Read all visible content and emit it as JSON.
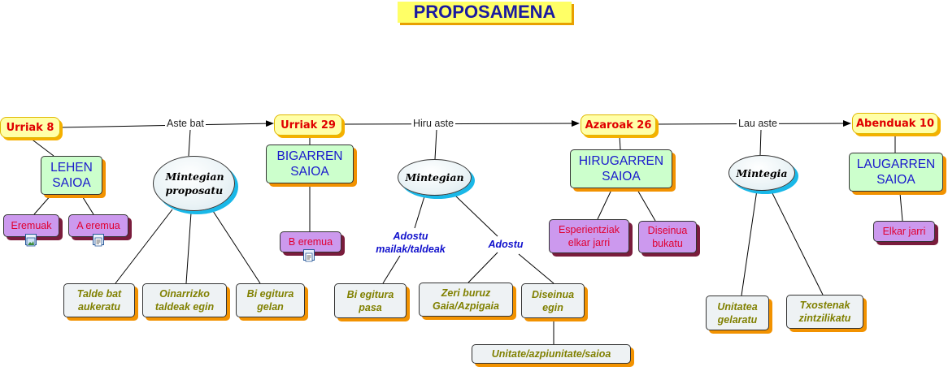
{
  "title": "PROPOSAMENA",
  "dates": [
    "Urriak 8",
    "Urriak  29",
    "Azaroak 26",
    "Abenduak 10"
  ],
  "intervals": [
    "Aste bat",
    "Hiru aste",
    "Lau aste"
  ],
  "sessions": [
    "LEHEN SAIOA",
    "BIGARREN SAIOA",
    "HIRUGARREN SAIOA",
    "LAUGARREN SAIOA"
  ],
  "ovals": [
    "Mintegian proposatu",
    "Mintegian",
    "Mintegia"
  ],
  "pink_nodes": [
    "Eremuak",
    "A eremua",
    "B eremua",
    "Esperientziak elkar jarri",
    "Diseinua bukatu",
    "Elkar jarri"
  ],
  "tasks": [
    "Talde bat aukeratu",
    "Oinarrizko taldeak egin",
    "Bi egitura gelan",
    "Bi egitura pasa",
    "Zeri buruz Gaia/Azpigaia",
    "Diseinua egin",
    "Unitate/azpiunitate/saioa",
    "Unitatea gelaratu",
    "Txostenak zintzilikatu"
  ],
  "link_labels": [
    "Adostu mailak/taldeak",
    "Adostu"
  ],
  "attachment_icons": [
    "image-attachment-icon",
    "document-attachment-icon",
    "document-attachment-icon"
  ]
}
